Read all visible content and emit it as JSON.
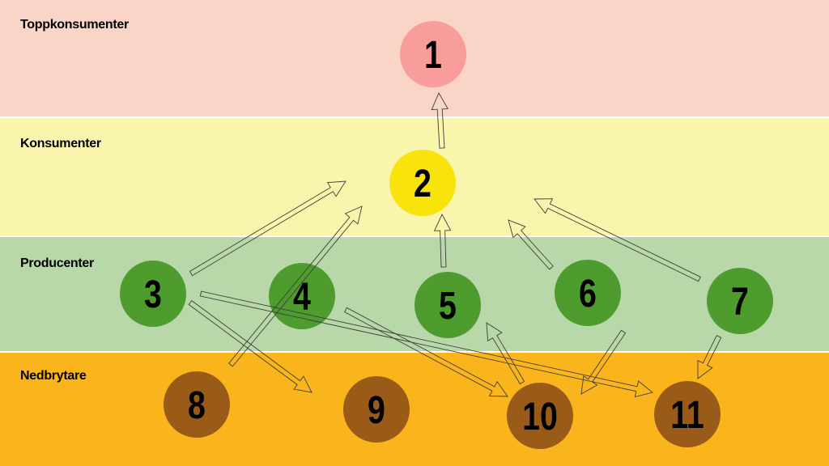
{
  "bands": [
    {
      "label": "Toppkonsumenter",
      "color": "#f9d5c7"
    },
    {
      "label": "Konsumenter",
      "color": "#f9f5ad"
    },
    {
      "label": "Producenter",
      "color": "#b8d8a9"
    },
    {
      "label": "Nedbrytare",
      "color": "#fbb51c"
    }
  ],
  "nodes": [
    {
      "id": "1",
      "label": "1",
      "color": "#f89c9c"
    },
    {
      "id": "2",
      "label": "2",
      "color": "#f9e30d"
    },
    {
      "id": "3",
      "label": "3",
      "color": "#4e9c2e"
    },
    {
      "id": "4",
      "label": "4",
      "color": "#4e9c2e"
    },
    {
      "id": "5",
      "label": "5",
      "color": "#4e9c2e"
    },
    {
      "id": "6",
      "label": "6",
      "color": "#4e9c2e"
    },
    {
      "id": "7",
      "label": "7",
      "color": "#4e9c2e"
    },
    {
      "id": "8",
      "label": "8",
      "color": "#9a5a18"
    },
    {
      "id": "9",
      "label": "9",
      "color": "#9a5a18"
    },
    {
      "id": "10",
      "label": "10",
      "color": "#9a5a18"
    },
    {
      "id": "11",
      "label": "11",
      "color": "#9a5a18"
    }
  ],
  "arrows": [
    {
      "from": "2",
      "to": "1"
    },
    {
      "from": "5",
      "to": "2"
    },
    {
      "from": "3",
      "to": "2"
    },
    {
      "from": "8",
      "to": "2"
    },
    {
      "from": "6",
      "to": "2"
    },
    {
      "from": "7",
      "to": "2"
    },
    {
      "from": "3",
      "to": "9"
    },
    {
      "from": "3",
      "to": "11"
    },
    {
      "from": "4",
      "to": "10"
    },
    {
      "from": "10",
      "to": "5"
    },
    {
      "from": "6",
      "to": "10"
    },
    {
      "from": "7",
      "to": "11"
    }
  ]
}
